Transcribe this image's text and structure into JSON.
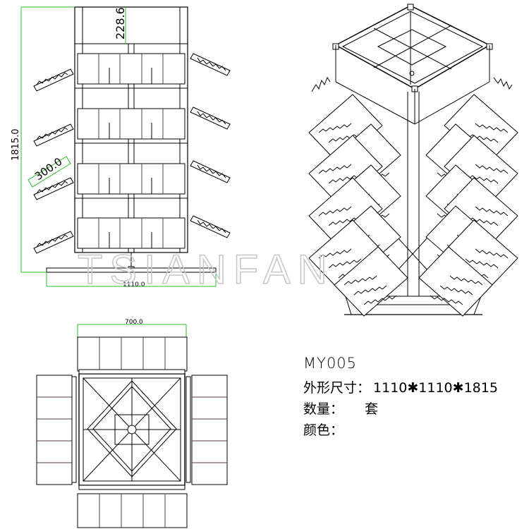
{
  "dimensions": {
    "top_gap": "228.6",
    "total_height": "1815.0",
    "tray_length": "300.0",
    "base_width": "1110.0",
    "plan_width": "700.0"
  },
  "watermark": "TSIANFAN",
  "spec": {
    "model": "MY005",
    "size_label": "外形尺寸：",
    "size_value": "1110✱1110✱1815",
    "qty_label": "数量：",
    "qty_value": "套",
    "color_label": "颜色："
  },
  "colors": {
    "line": "#000000",
    "dimension": "#2bbd2b",
    "panel_edge": "#5a3a4a",
    "watermark": "#c8c8c8"
  }
}
